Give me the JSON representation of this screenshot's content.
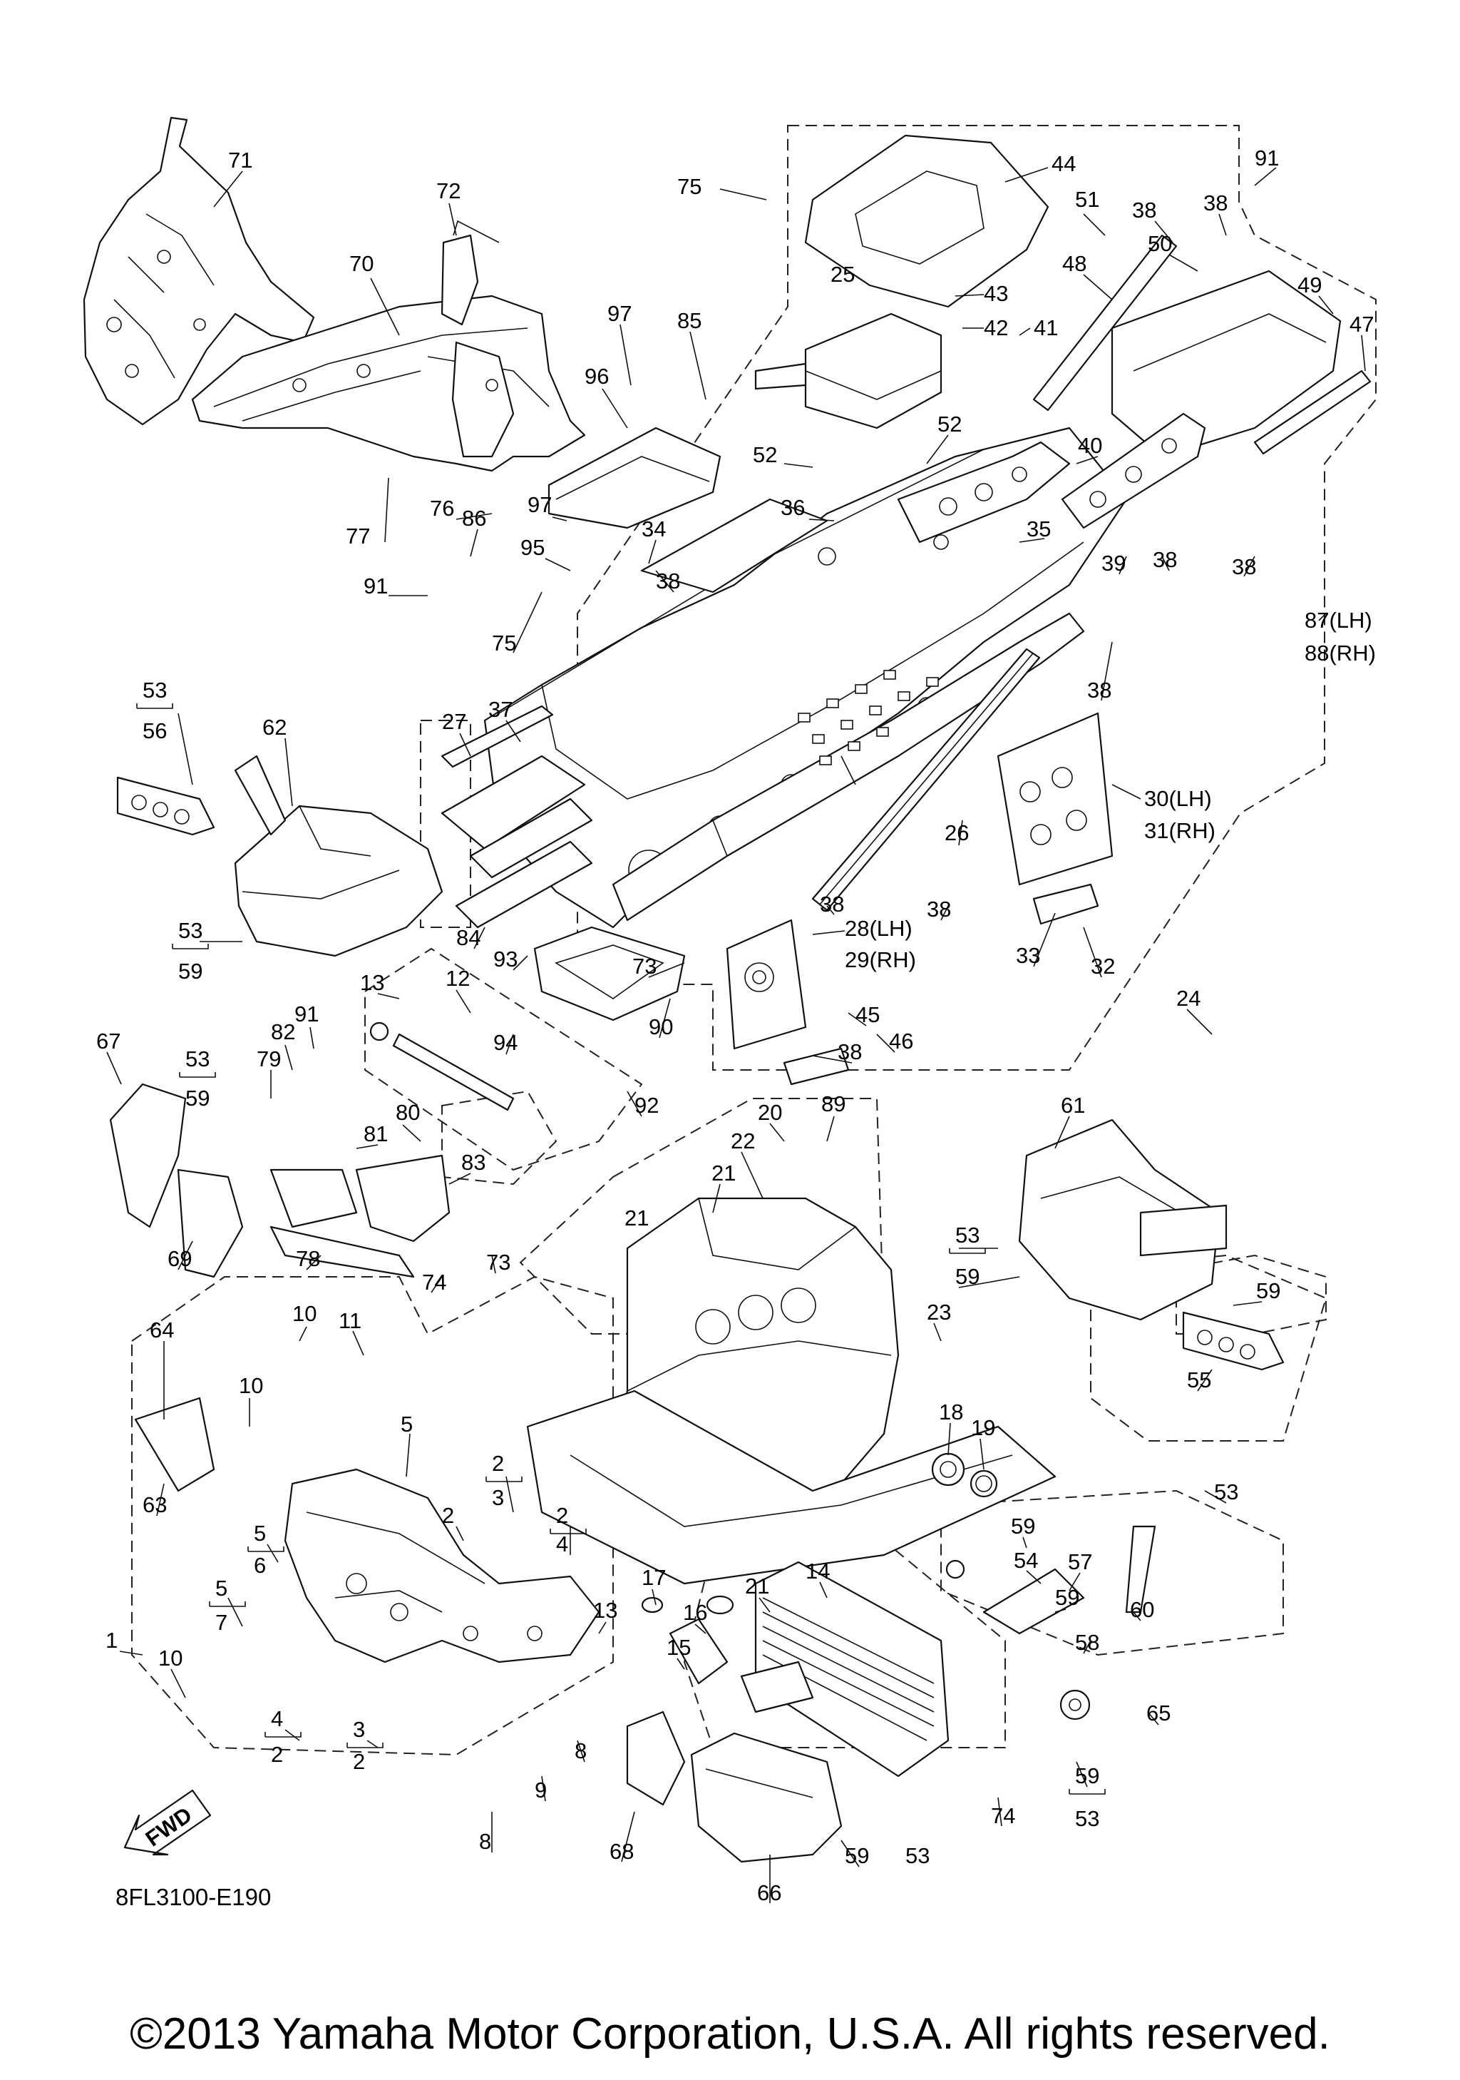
{
  "diagram": {
    "code": "8FL3100-E190",
    "copyright": "©2013 Yamaha Motor Corporation, U.S.A. All rights reserved.",
    "fwd_label": "FWD",
    "labels": [
      {
        "id": "71",
        "text": "71"
      },
      {
        "id": "72",
        "text": "72"
      },
      {
        "id": "70",
        "text": "70"
      },
      {
        "id": "97a",
        "text": "97"
      },
      {
        "id": "85",
        "text": "85"
      },
      {
        "id": "96",
        "text": "96"
      },
      {
        "id": "75a",
        "text": "75"
      },
      {
        "id": "44",
        "text": "44"
      },
      {
        "id": "25",
        "text": "25"
      },
      {
        "id": "43",
        "text": "43"
      },
      {
        "id": "42",
        "text": "42"
      },
      {
        "id": "41",
        "text": "41"
      },
      {
        "id": "51",
        "text": "51"
      },
      {
        "id": "38a",
        "text": "38"
      },
      {
        "id": "38b",
        "text": "38"
      },
      {
        "id": "91a",
        "text": "91"
      },
      {
        "id": "50",
        "text": "50"
      },
      {
        "id": "48",
        "text": "48"
      },
      {
        "id": "49",
        "text": "49"
      },
      {
        "id": "47",
        "text": "47"
      },
      {
        "id": "52a",
        "text": "52"
      },
      {
        "id": "52b",
        "text": "52"
      },
      {
        "id": "40",
        "text": "40"
      },
      {
        "id": "36",
        "text": "36"
      },
      {
        "id": "35",
        "text": "35"
      },
      {
        "id": "39",
        "text": "39"
      },
      {
        "id": "38c",
        "text": "38"
      },
      {
        "id": "38d",
        "text": "38"
      },
      {
        "id": "77",
        "text": "77"
      },
      {
        "id": "76",
        "text": "76"
      },
      {
        "id": "97b",
        "text": "97"
      },
      {
        "id": "95",
        "text": "95"
      },
      {
        "id": "34",
        "text": "34"
      },
      {
        "id": "91b",
        "text": "91"
      },
      {
        "id": "86",
        "text": "86"
      },
      {
        "id": "75b",
        "text": "75"
      },
      {
        "id": "38e",
        "text": "38"
      },
      {
        "id": "87",
        "text": "87(LH)"
      },
      {
        "id": "88",
        "text": "88(RH)"
      },
      {
        "id": "38f",
        "text": "38"
      },
      {
        "id": "53a",
        "text": "53"
      },
      {
        "id": "56",
        "text": "56"
      },
      {
        "id": "62",
        "text": "62"
      },
      {
        "id": "27",
        "text": "27"
      },
      {
        "id": "37",
        "text": "37"
      },
      {
        "id": "30",
        "text": "30(LH)"
      },
      {
        "id": "31",
        "text": "31(RH)"
      },
      {
        "id": "26",
        "text": "26"
      },
      {
        "id": "84",
        "text": "84"
      },
      {
        "id": "38g",
        "text": "38"
      },
      {
        "id": "38h",
        "text": "38"
      },
      {
        "id": "28",
        "text": "28(LH)"
      },
      {
        "id": "29",
        "text": "29(RH)"
      },
      {
        "id": "33",
        "text": "33"
      },
      {
        "id": "32",
        "text": "32"
      },
      {
        "id": "53b",
        "text": "53"
      },
      {
        "id": "59a",
        "text": "59"
      },
      {
        "id": "93",
        "text": "93"
      },
      {
        "id": "73a",
        "text": "73"
      },
      {
        "id": "90",
        "text": "90"
      },
      {
        "id": "45",
        "text": "45"
      },
      {
        "id": "46",
        "text": "46"
      },
      {
        "id": "24",
        "text": "24"
      },
      {
        "id": "38i",
        "text": "38"
      },
      {
        "id": "13a",
        "text": "13"
      },
      {
        "id": "12",
        "text": "12"
      },
      {
        "id": "91c",
        "text": "91"
      },
      {
        "id": "82",
        "text": "82"
      },
      {
        "id": "94",
        "text": "94"
      },
      {
        "id": "79",
        "text": "79"
      },
      {
        "id": "53c",
        "text": "53"
      },
      {
        "id": "59b",
        "text": "59"
      },
      {
        "id": "67",
        "text": "67"
      },
      {
        "id": "80",
        "text": "80"
      },
      {
        "id": "81",
        "text": "81"
      },
      {
        "id": "83",
        "text": "83"
      },
      {
        "id": "92",
        "text": "92"
      },
      {
        "id": "20",
        "text": "20"
      },
      {
        "id": "89",
        "text": "89"
      },
      {
        "id": "22",
        "text": "22"
      },
      {
        "id": "21a",
        "text": "21"
      },
      {
        "id": "61",
        "text": "61"
      },
      {
        "id": "69",
        "text": "69"
      },
      {
        "id": "78",
        "text": "78"
      },
      {
        "id": "21b",
        "text": "21"
      },
      {
        "id": "74a",
        "text": "74"
      },
      {
        "id": "73b",
        "text": "73"
      },
      {
        "id": "53d",
        "text": "53"
      },
      {
        "id": "59c",
        "text": "59"
      },
      {
        "id": "59d",
        "text": "59"
      },
      {
        "id": "10a",
        "text": "10"
      },
      {
        "id": "11",
        "text": "11"
      },
      {
        "id": "64",
        "text": "64"
      },
      {
        "id": "23",
        "text": "23"
      },
      {
        "id": "55",
        "text": "55"
      },
      {
        "id": "10b",
        "text": "10"
      },
      {
        "id": "5a",
        "text": "5"
      },
      {
        "id": "18",
        "text": "18"
      },
      {
        "id": "19",
        "text": "19"
      },
      {
        "id": "63",
        "text": "63"
      },
      {
        "id": "2a",
        "text": "2"
      },
      {
        "id": "3a",
        "text": "3"
      },
      {
        "id": "53e",
        "text": "53"
      },
      {
        "id": "2b",
        "text": "2"
      },
      {
        "id": "2c",
        "text": "2"
      },
      {
        "id": "4a",
        "text": "4"
      },
      {
        "id": "59e",
        "text": "59"
      },
      {
        "id": "54",
        "text": "54"
      },
      {
        "id": "57",
        "text": "57"
      },
      {
        "id": "5b",
        "text": "5"
      },
      {
        "id": "6",
        "text": "6"
      },
      {
        "id": "21c",
        "text": "21"
      },
      {
        "id": "14",
        "text": "14"
      },
      {
        "id": "17",
        "text": "17"
      },
      {
        "id": "59f",
        "text": "59"
      },
      {
        "id": "60",
        "text": "60"
      },
      {
        "id": "58",
        "text": "58"
      },
      {
        "id": "5c",
        "text": "5"
      },
      {
        "id": "7",
        "text": "7"
      },
      {
        "id": "1",
        "text": "1"
      },
      {
        "id": "16",
        "text": "16"
      },
      {
        "id": "13b",
        "text": "13"
      },
      {
        "id": "15",
        "text": "15"
      },
      {
        "id": "65",
        "text": "65"
      },
      {
        "id": "10c",
        "text": "10"
      },
      {
        "id": "4b",
        "text": "4"
      },
      {
        "id": "2d",
        "text": "2"
      },
      {
        "id": "3b",
        "text": "3"
      },
      {
        "id": "2e",
        "text": "2"
      },
      {
        "id": "8a",
        "text": "8"
      },
      {
        "id": "9",
        "text": "9"
      },
      {
        "id": "74b",
        "text": "74"
      },
      {
        "id": "59g",
        "text": "59"
      },
      {
        "id": "53f",
        "text": "53"
      },
      {
        "id": "8b",
        "text": "8"
      },
      {
        "id": "68",
        "text": "68"
      },
      {
        "id": "59h",
        "text": "59"
      },
      {
        "id": "53g",
        "text": "53"
      },
      {
        "id": "66",
        "text": "66"
      }
    ]
  }
}
